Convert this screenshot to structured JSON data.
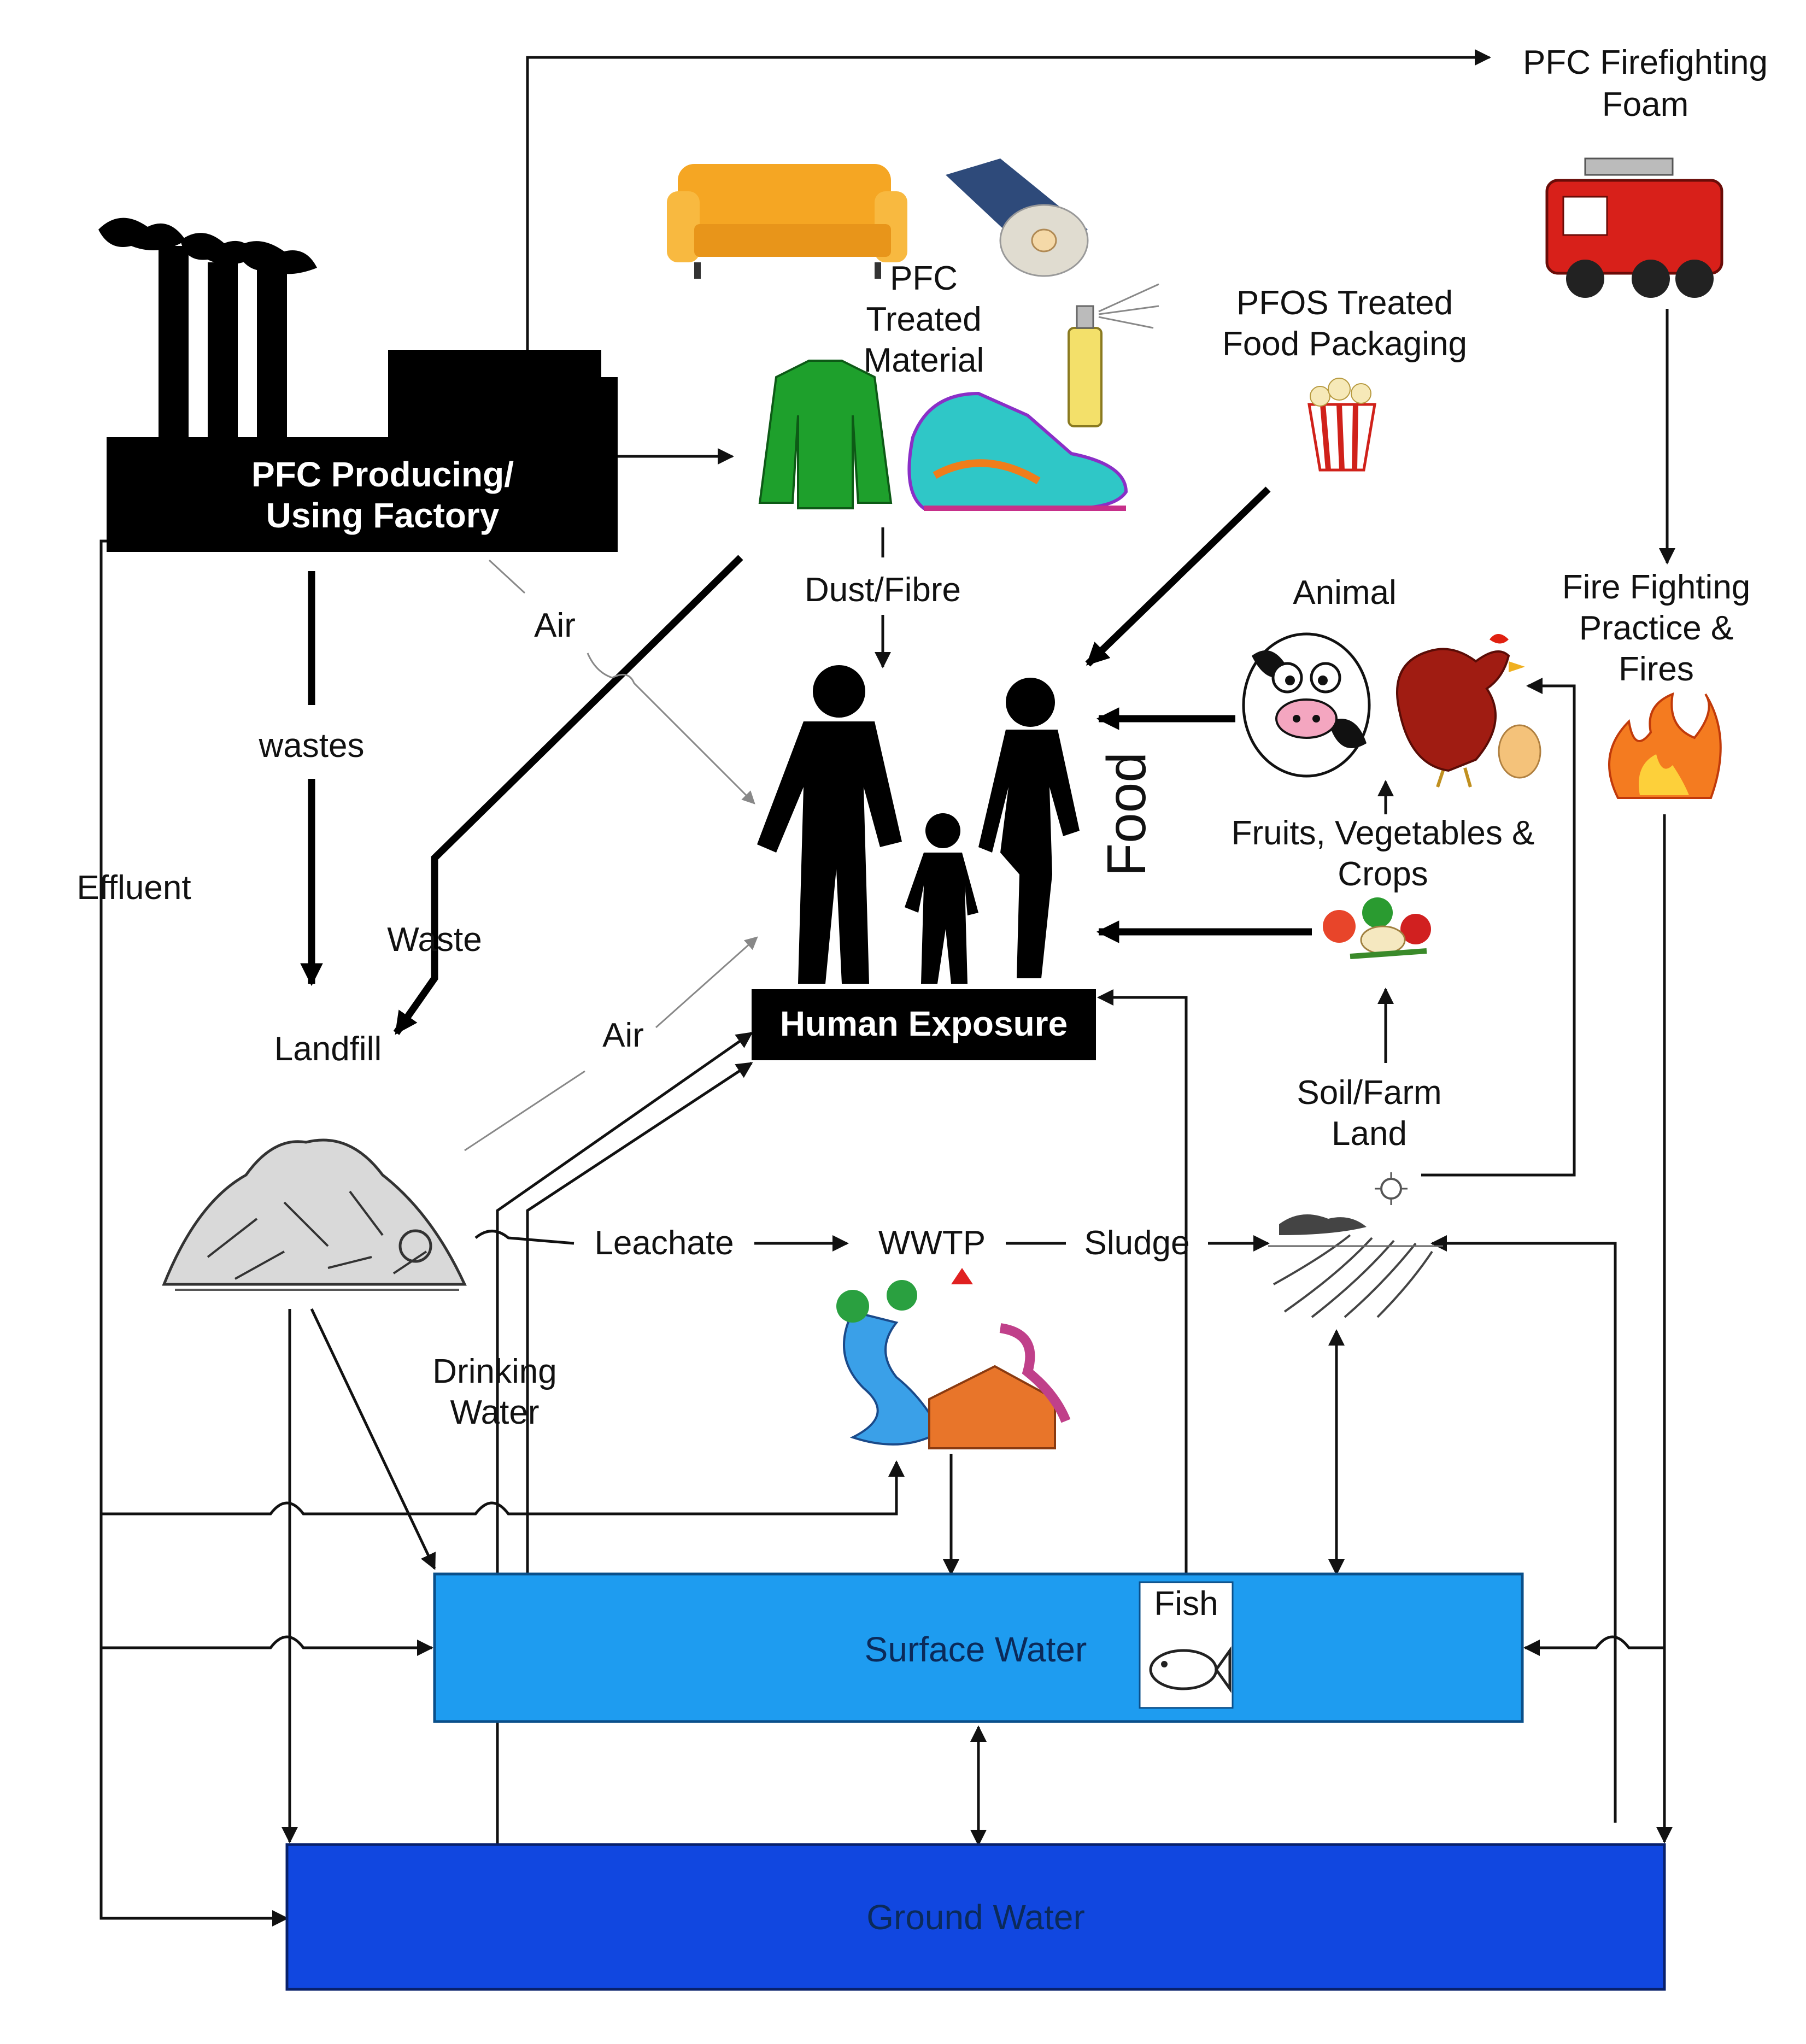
{
  "labels": {
    "factory": [
      "PFC Producing/",
      "Using Factory"
    ],
    "firefighting_foam": [
      "PFC Firefighting",
      "Foam"
    ],
    "treated_material": [
      "PFC",
      "Treated",
      "Material"
    ],
    "food_packaging": [
      "PFOS Treated",
      "Food Packaging"
    ],
    "dust_fibre": "Dust/Fibre",
    "animal": "Animal",
    "fire_practice": [
      "Fire Fighting",
      "Practice &",
      "Fires"
    ],
    "air_upper": "Air",
    "wastes": "wastes",
    "effluent": "Effluent",
    "food": "Food",
    "fruits": [
      "Fruits, Vegetables &",
      "Crops"
    ],
    "waste": "Waste",
    "landfill": "Landfill",
    "air_lower": "Air",
    "human_exposure": "Human Exposure",
    "soil": [
      "Soil/Farm",
      "Land"
    ],
    "leachate": "Leachate",
    "wwtp": "WWTP",
    "sludge": "Sludge",
    "drinking_water": [
      "Drinking",
      "Water"
    ],
    "fish": "Fish",
    "surface_water": "Surface Water",
    "ground_water": "Ground Water"
  },
  "colors": {
    "surface_water": "#1e9cf0",
    "ground_water": "#1147e0",
    "factory": "#000000"
  },
  "icons": [
    "factory-icon",
    "sofa-icon",
    "carpet-roll-icon",
    "spray-can-icon",
    "jacket-icon",
    "sneaker-icon",
    "popcorn-icon",
    "fire-truck-icon",
    "cow-icon",
    "hen-icon",
    "egg-icon",
    "flames-icon",
    "family-silhouette-icon",
    "vegetables-icon",
    "landfill-heap-icon",
    "wwtp-river-icon",
    "farm-field-icon",
    "fish-icon"
  ]
}
